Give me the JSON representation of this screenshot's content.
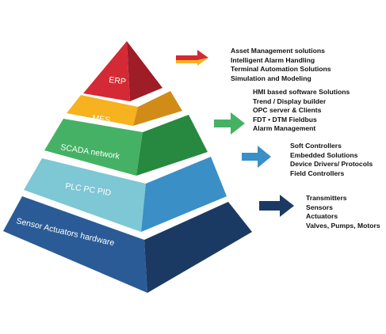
{
  "levels": [
    {
      "label": "ERP",
      "colors": {
        "front": "#d42a35",
        "side": "#9e1d27"
      }
    },
    {
      "label": "MES",
      "colors": {
        "front": "#f6b21f",
        "side": "#d08c17"
      }
    },
    {
      "label": "SCADA network",
      "colors": {
        "front": "#45b164",
        "side": "#27893f"
      }
    },
    {
      "label": "PLC PC PID",
      "colors": {
        "front": "#7ec7d4",
        "side": "#3a8fc6"
      }
    },
    {
      "label": "Sensor Actuators hardware",
      "colors": {
        "front": "#2a5b96",
        "side": "#1b3a63"
      }
    }
  ],
  "arrows": [
    {
      "name": "erp-arrow",
      "colors": [
        "#d42a35",
        "#f6b21f"
      ]
    },
    {
      "name": "mes-scada-arrow",
      "colors": [
        "#45b164"
      ]
    },
    {
      "name": "plc-arrow",
      "colors": [
        "#3a8fc6"
      ]
    },
    {
      "name": "sensor-arrow",
      "colors": [
        "#1b3a63"
      ]
    }
  ],
  "descriptions": {
    "erp": [
      "Asset Management solutions",
      "Intelligent Alarm Handling",
      "Terminal Automation Solutions",
      "Simulation and Modeling"
    ],
    "mes_scada": [
      "HMI based software Solutions",
      "Trend / Display builder",
      "OPC server & Clients",
      "FDT • DTM Fieldbus",
      "Alarm Management"
    ],
    "plc": [
      "Soft Controllers",
      "Embedded Solutions",
      "Device Drivers/ Protocols",
      "Field Controllers"
    ],
    "sensor": [
      "Transmitters",
      "Sensors",
      "Actuators",
      "Valves, Pumps, Motors"
    ]
  }
}
